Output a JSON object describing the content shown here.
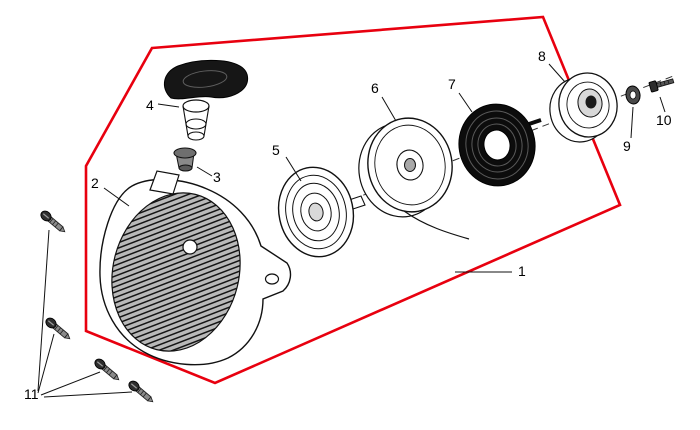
{
  "page": {
    "background": "#ffffff"
  },
  "colors": {
    "boundary": "#e8000f",
    "line": "#111111",
    "centerline": "#333333"
  },
  "labels": {
    "p1": "1",
    "p2": "2",
    "p3": "3",
    "p4": "4",
    "p5": "5",
    "p6": "6",
    "p7": "7",
    "p8": "8",
    "p9": "9",
    "p10": "10",
    "p11": "11"
  }
}
